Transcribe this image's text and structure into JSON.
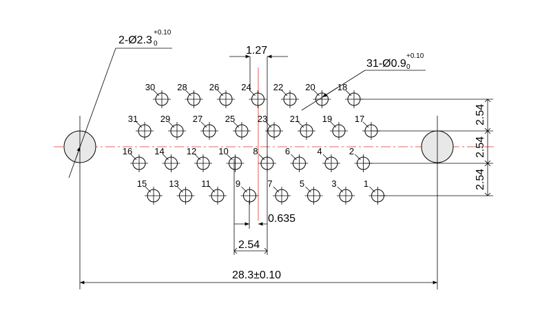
{
  "callouts": {
    "mount_hole": {
      "main": "2-Ø2.3",
      "tol_upper": "+0.10",
      "tol_lower": "0"
    },
    "pin_hole": {
      "main": "31-Ø0.9",
      "tol_upper": "+0.10",
      "tol_lower": "0"
    }
  },
  "dimensions": {
    "pitch_top": "1.27",
    "row_right_1": "2.54",
    "row_right_2": "2.54",
    "row_right_3": "2.54",
    "offset": "0.635",
    "pitch_bottom": "2.54",
    "overall": "28.3±0.10"
  },
  "pins": {
    "row1": [
      "30",
      "28",
      "26",
      "24",
      "22",
      "20",
      "18"
    ],
    "row2": [
      "31",
      "29",
      "27",
      "25",
      "23",
      "21",
      "19",
      "17"
    ],
    "row3": [
      "16",
      "14",
      "12",
      "10",
      "8",
      "6",
      "4",
      "2"
    ],
    "row4": [
      "15",
      "13",
      "11",
      "9",
      "7",
      "5",
      "3",
      "1"
    ]
  }
}
